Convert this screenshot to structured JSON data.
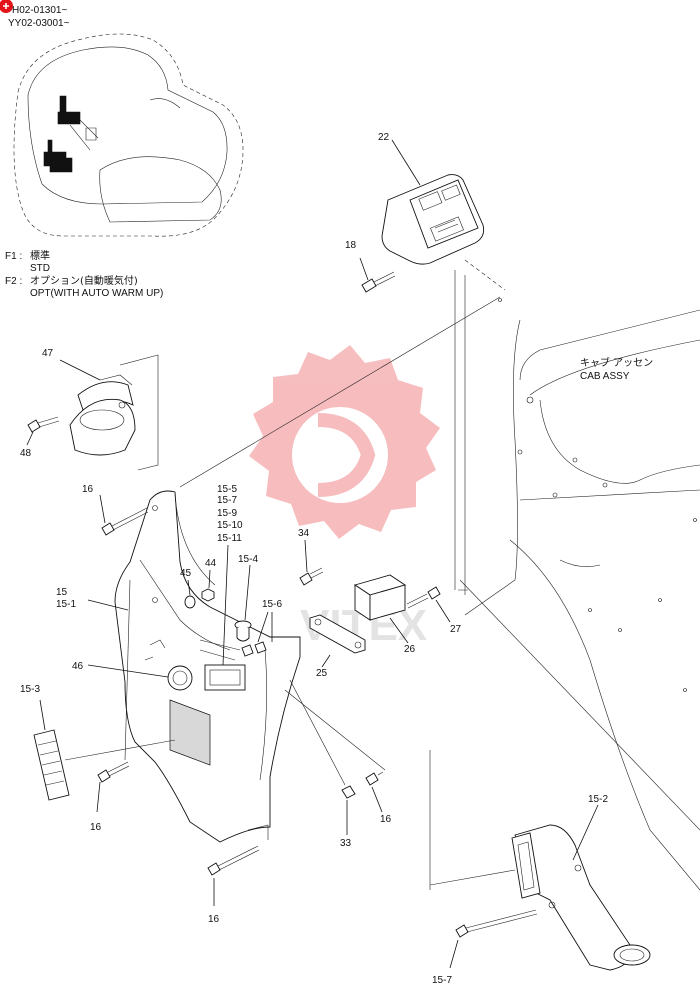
{
  "serial": {
    "line1": "H02-01301~",
    "line2": "YY02-03001~"
  },
  "legend": {
    "f1_code": "F1 :",
    "f1_jp": "標準",
    "f1_en": "STD",
    "f2_code": "F2 :",
    "f2_jp": "オプション(自動暖気付)",
    "f2_en": "OPT(WITH AUTO WARM UP)"
  },
  "cab": {
    "jp": "キャブ アッセン",
    "en": "CAB ASSY"
  },
  "watermark": "VITEX",
  "callouts": {
    "p22": "22",
    "p18": "18",
    "p47": "47",
    "p48": "48",
    "p16a": "16",
    "p15_5": "15-5",
    "p15_7a": "15-7",
    "p15_9": "15-9",
    "p15_10": "15-10",
    "p15_11": "15-11",
    "p34": "34",
    "p15_4": "15-4",
    "p45": "45",
    "p44": "44",
    "p15": "15",
    "p15_1": "15-1",
    "p15_6": "15-6",
    "p27": "27",
    "p26": "26",
    "p25": "25",
    "p46": "46",
    "p15_3": "15-3",
    "p16b": "16",
    "p33": "33",
    "p16c": "16",
    "p15_2": "15-2",
    "p16d": "16",
    "p15_7b": "15-7"
  }
}
